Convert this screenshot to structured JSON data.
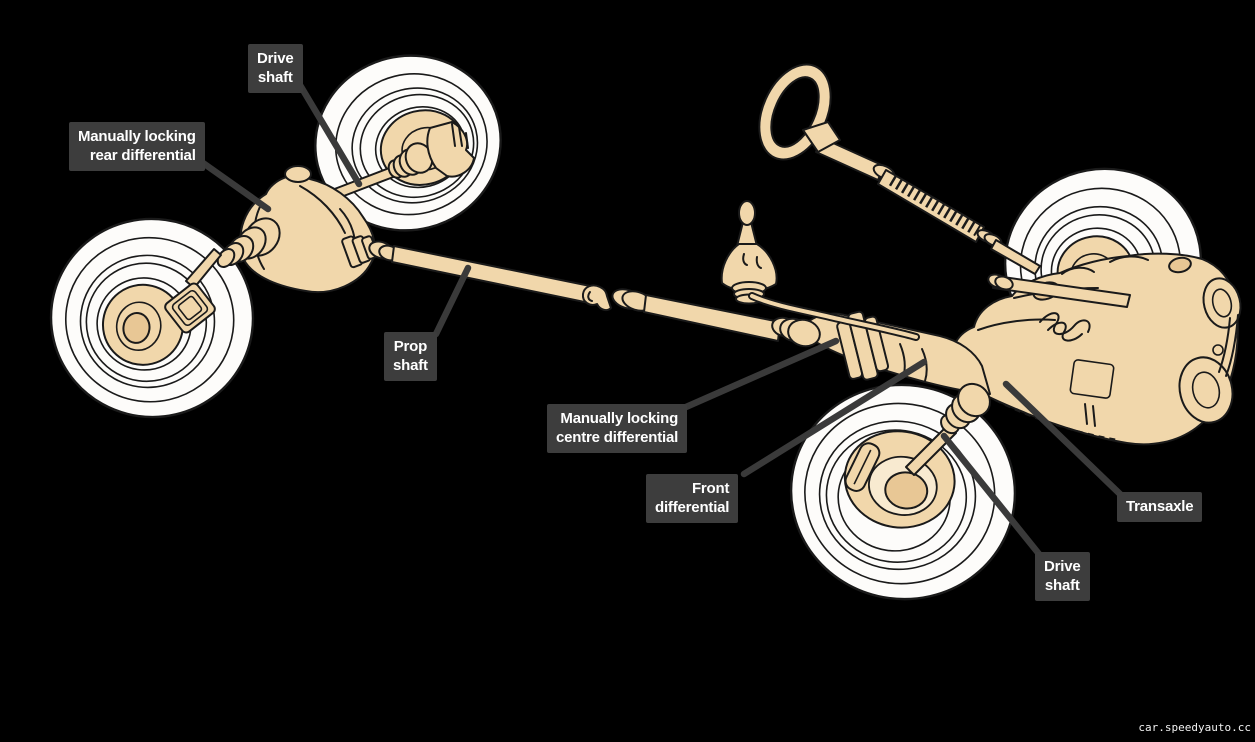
{
  "diagram": {
    "type": "labeled-illustration",
    "colors": {
      "background": "#000000",
      "label_background": "#3d3d3d",
      "label_text": "#ffffff",
      "leader_line": "#3a3a3a",
      "artwork_fill": "#f1d7ab",
      "artwork_shadow": "#e8c795",
      "artwork_highlight": "#f8ead0",
      "artwork_outline": "#1a1a1a",
      "tire_fill": "#fdfcfa"
    },
    "labels": {
      "drive_shaft_rear": {
        "line1": "Drive",
        "line2": "shaft"
      },
      "rear_differential": {
        "line1": "Manually locking",
        "line2": "rear differential"
      },
      "prop_shaft": {
        "line1": "Prop",
        "line2": "shaft"
      },
      "centre_differential": {
        "line1": "Manually locking",
        "line2": "centre differential"
      },
      "front_differential": {
        "line1": "Front",
        "line2": "differential"
      },
      "transaxle": {
        "line1": "Transaxle"
      },
      "drive_shaft_front": {
        "line1": "Drive",
        "line2": "shaft"
      }
    },
    "watermark": "car.speedyauto.cc"
  }
}
